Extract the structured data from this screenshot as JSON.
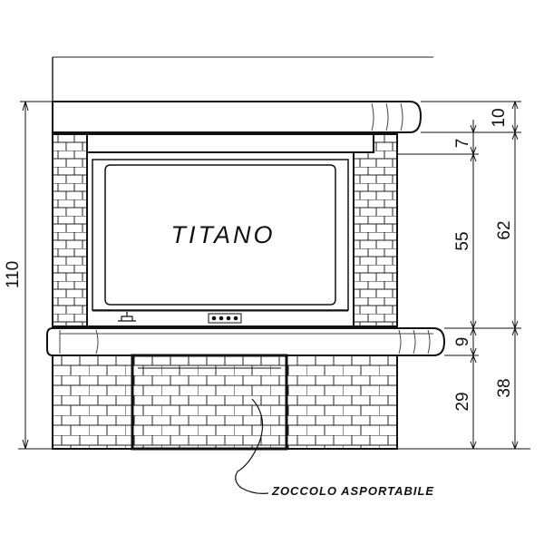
{
  "drawing": {
    "title": "TITANO",
    "callout_label": "ZOCCOLO ASPORTABILE",
    "dimensions": {
      "total_height": "110",
      "top_slab": "10",
      "hood_band": "7",
      "firebox_opening": "55",
      "upper_body": "62",
      "lower_slab": "9",
      "plinth_height": "29",
      "base_height": "38"
    }
  }
}
